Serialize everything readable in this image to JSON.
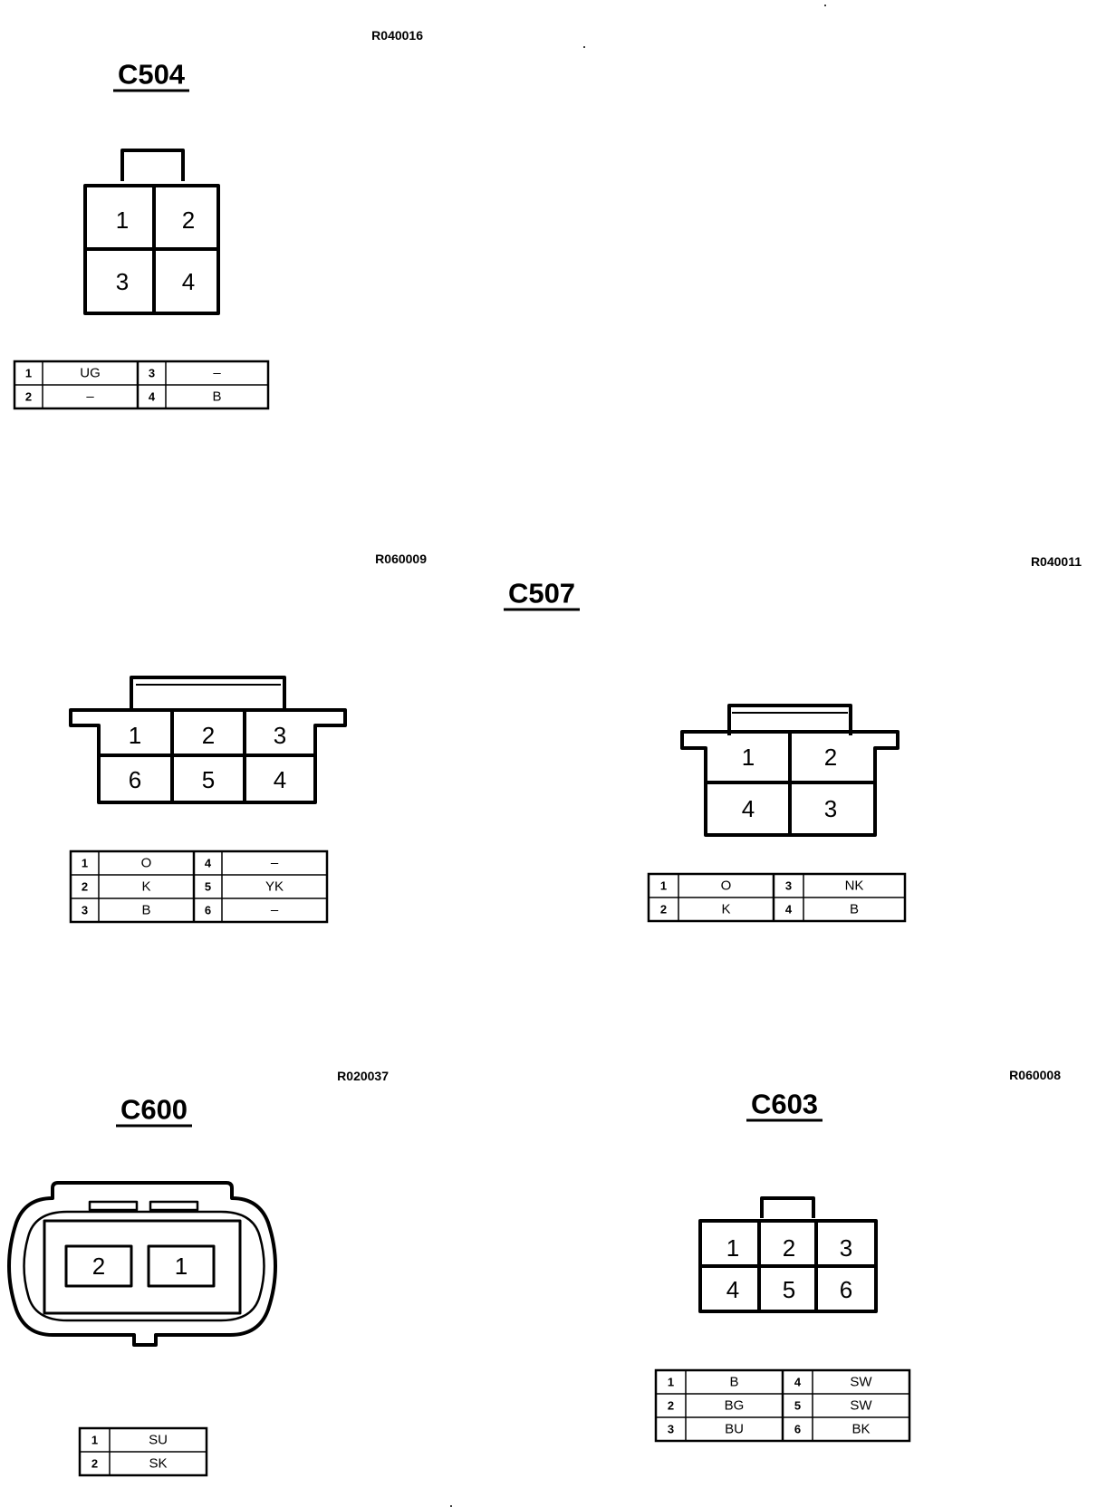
{
  "connectors": [
    {
      "id": "c504",
      "title": "C504",
      "ref": "R040016",
      "pin_numbers": [
        "1",
        "2",
        "3",
        "4"
      ],
      "table": [
        {
          "pin": "1",
          "wire": "UG"
        },
        {
          "pin": "3",
          "wire": "–"
        },
        {
          "pin": "2",
          "wire": "–"
        },
        {
          "pin": "4",
          "wire": "B"
        }
      ]
    },
    {
      "id": "six",
      "title": "",
      "ref": "R060009",
      "pin_numbers": [
        "1",
        "2",
        "3",
        "6",
        "5",
        "4"
      ],
      "table": [
        {
          "pin": "1",
          "wire": "O"
        },
        {
          "pin": "4",
          "wire": "–"
        },
        {
          "pin": "2",
          "wire": "K"
        },
        {
          "pin": "5",
          "wire": "YK"
        },
        {
          "pin": "3",
          "wire": "B"
        },
        {
          "pin": "6",
          "wire": "–"
        }
      ]
    },
    {
      "id": "c507",
      "title": "C507",
      "ref": "R040011",
      "pin_numbers": [
        "1",
        "2",
        "4",
        "3"
      ],
      "table": [
        {
          "pin": "1",
          "wire": "O"
        },
        {
          "pin": "3",
          "wire": "NK"
        },
        {
          "pin": "2",
          "wire": "K"
        },
        {
          "pin": "4",
          "wire": "B"
        }
      ]
    },
    {
      "id": "c600",
      "title": "C600",
      "ref": "R020037",
      "pin_numbers": [
        "2",
        "1"
      ],
      "table": [
        {
          "pin": "1",
          "wire": "SU"
        },
        {
          "pin": "2",
          "wire": "SK"
        }
      ]
    },
    {
      "id": "c603",
      "title": "C603",
      "ref": "R060008",
      "pin_numbers": [
        "1",
        "2",
        "3",
        "4",
        "5",
        "6"
      ],
      "table": [
        {
          "pin": "1",
          "wire": "B"
        },
        {
          "pin": "4",
          "wire": "SW"
        },
        {
          "pin": "2",
          "wire": "BG"
        },
        {
          "pin": "5",
          "wire": "SW"
        },
        {
          "pin": "3",
          "wire": "BU"
        },
        {
          "pin": "6",
          "wire": "BK"
        }
      ]
    }
  ]
}
